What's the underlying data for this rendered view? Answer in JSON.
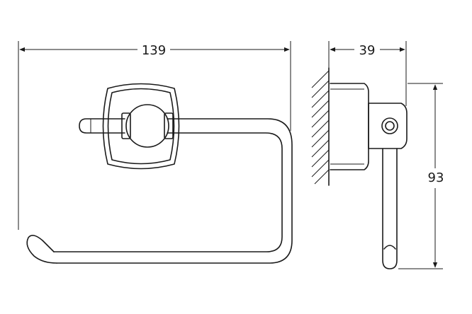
{
  "dimensions": {
    "width_label": "139",
    "depth_label": "39",
    "height_label": "93"
  }
}
